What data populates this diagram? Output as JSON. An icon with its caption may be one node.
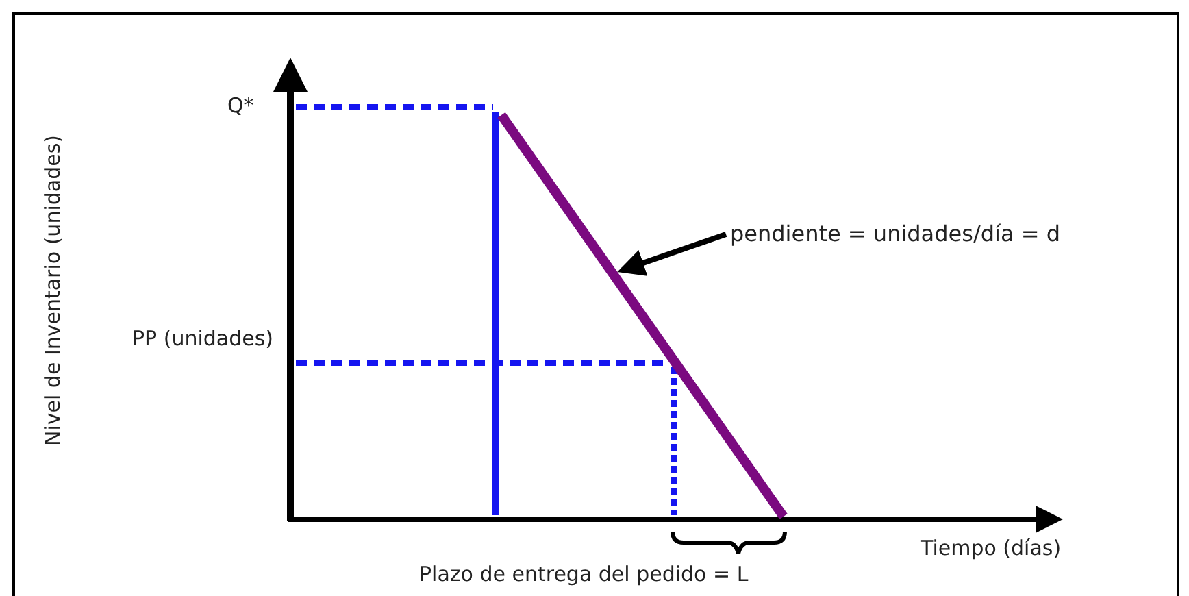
{
  "diagram": {
    "nodes": [
      {
        "text": [
          "pendiente = unidades/día = d"
        ]
      },
      {
        "text": [],
        "shape": "line"
      }
    ],
    "edges": [
      {
        "from": 0,
        "to": 1,
        "arrow": "to"
      }
    ],
    "labels": [
      "Q*",
      "Nivel de Inventario (unidades)",
      "PP (unidades)",
      "Tiempo (días)",
      "Plazo de entrega del pedido = L"
    ]
  }
}
